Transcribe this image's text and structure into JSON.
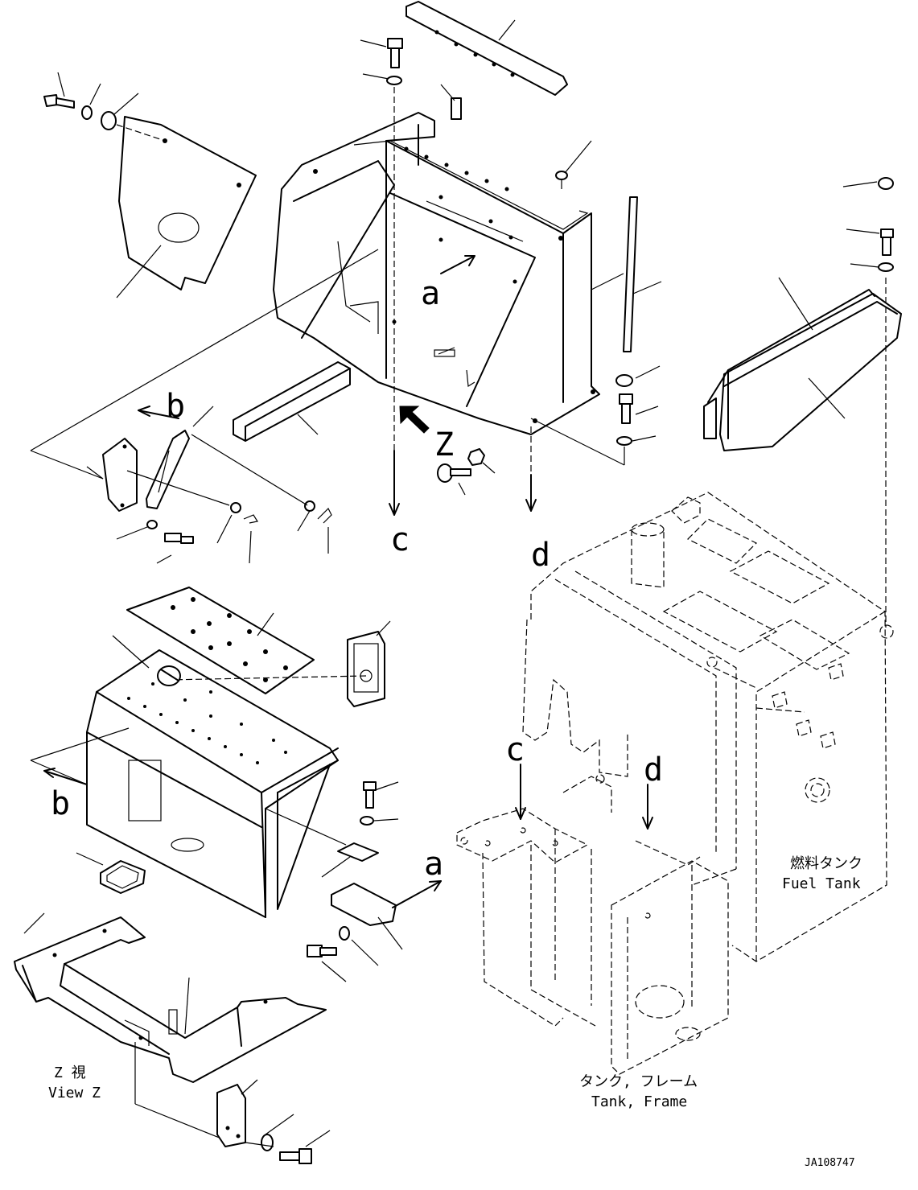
{
  "callouts": {
    "a_upper": "a",
    "a_lower": "a",
    "b_upper": "b",
    "b_lower": "b",
    "c_upper": "c",
    "c_lower": "c",
    "d_upper": "d",
    "d_lower": "d",
    "z": "Z"
  },
  "labels": {
    "fuel_tank_jp": "燃料タンク",
    "fuel_tank_en": "Fuel Tank",
    "view_z_jp": "Z 視",
    "view_z_en": "View Z",
    "tank_frame_jp": "タンク, フレーム",
    "tank_frame_en": "Tank, Frame"
  },
  "figure_id": "JA108747"
}
